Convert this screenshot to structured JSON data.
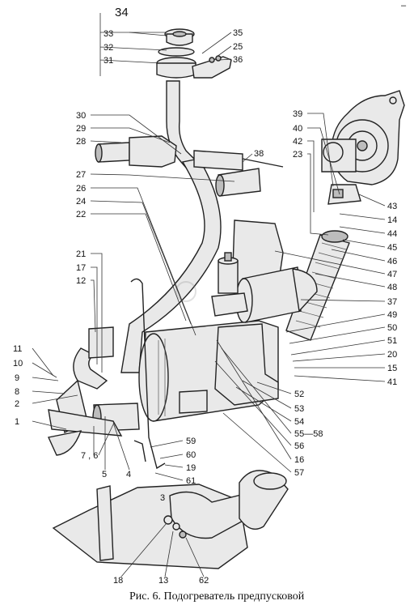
{
  "caption": "Рис. 6. Подогреватель предпусковой",
  "corner_mark": "–",
  "callouts": [
    {
      "id": "34",
      "text": "34"
    },
    {
      "id": "33",
      "text": "33"
    },
    {
      "id": "32",
      "text": "32"
    },
    {
      "id": "31",
      "text": "31"
    },
    {
      "id": "35",
      "text": "35"
    },
    {
      "id": "25",
      "text": "25"
    },
    {
      "id": "36",
      "text": "36"
    },
    {
      "id": "30",
      "text": "30"
    },
    {
      "id": "29",
      "text": "29"
    },
    {
      "id": "28",
      "text": "28"
    },
    {
      "id": "38",
      "text": "38"
    },
    {
      "id": "39",
      "text": "39"
    },
    {
      "id": "40",
      "text": "40"
    },
    {
      "id": "42",
      "text": "42"
    },
    {
      "id": "23",
      "text": "23"
    },
    {
      "id": "27",
      "text": "27"
    },
    {
      "id": "26",
      "text": "26"
    },
    {
      "id": "24",
      "text": "24"
    },
    {
      "id": "22",
      "text": "22"
    },
    {
      "id": "43",
      "text": "43"
    },
    {
      "id": "14",
      "text": "14"
    },
    {
      "id": "44",
      "text": "44"
    },
    {
      "id": "45",
      "text": "45"
    },
    {
      "id": "46",
      "text": "46"
    },
    {
      "id": "47",
      "text": "47"
    },
    {
      "id": "48",
      "text": "48"
    },
    {
      "id": "37",
      "text": "37"
    },
    {
      "id": "49",
      "text": "49"
    },
    {
      "id": "50",
      "text": "50"
    },
    {
      "id": "51",
      "text": "51"
    },
    {
      "id": "20",
      "text": "20"
    },
    {
      "id": "15",
      "text": "15"
    },
    {
      "id": "41",
      "text": "41"
    },
    {
      "id": "52",
      "text": "52"
    },
    {
      "id": "53",
      "text": "53"
    },
    {
      "id": "54",
      "text": "54"
    },
    {
      "id": "55-58",
      "text": "55—58"
    },
    {
      "id": "56",
      "text": "56"
    },
    {
      "id": "16",
      "text": "16"
    },
    {
      "id": "57",
      "text": "57"
    },
    {
      "id": "21",
      "text": "21"
    },
    {
      "id": "17",
      "text": "17"
    },
    {
      "id": "12",
      "text": "12"
    },
    {
      "id": "11",
      "text": "11"
    },
    {
      "id": "10",
      "text": "10"
    },
    {
      "id": "9",
      "text": "9"
    },
    {
      "id": "8",
      "text": "8"
    },
    {
      "id": "2",
      "text": "2"
    },
    {
      "id": "1",
      "text": "1"
    },
    {
      "id": "7-6",
      "text": "7 , 6"
    },
    {
      "id": "5",
      "text": "5"
    },
    {
      "id": "4",
      "text": "4"
    },
    {
      "id": "59",
      "text": "59"
    },
    {
      "id": "60",
      "text": "60"
    },
    {
      "id": "19",
      "text": "19"
    },
    {
      "id": "61",
      "text": "61"
    },
    {
      "id": "3",
      "text": "3"
    },
    {
      "id": "18",
      "text": "18"
    },
    {
      "id": "13",
      "text": "13"
    },
    {
      "id": "62",
      "text": "62"
    }
  ]
}
